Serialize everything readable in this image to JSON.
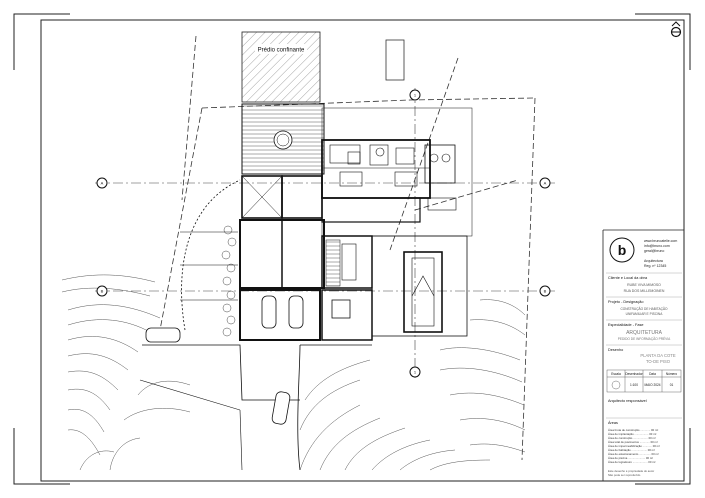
{
  "drawing": {
    "neighbor_label": "Prédio confinante"
  },
  "titleblock": {
    "logo_letter": "b",
    "contact_lines": [
      "www.brunoatelie.com",
      "info@bruno.com",
      "geral@bruno",
      "",
      "Arquitectura",
      "Reg. nº 12345"
    ],
    "client_heading": "Cliente e Local da obra",
    "client_lines": [
      "RUBE VIVA MIMOSO",
      "RUA DOS MILLEMOINEN"
    ],
    "project_heading": "Projeto - Designação",
    "project_lines": [
      "CONSTRUÇÃO DE HABITAÇÃO",
      "UNIFAMILIAR E PISCINA"
    ],
    "speciality_heading": "Especialidade - Fase",
    "speciality_lines": [
      "ARQUITETURA",
      "PEDIDO DE INFORMAÇÃO PRÉVIA"
    ],
    "drawing_heading": "Desenho",
    "drawing_lines": [
      "PLANTA DA COTE",
      "TO-DE PISO"
    ],
    "table_headers": [
      "Escala",
      "Desenhador",
      "Data",
      "Número"
    ],
    "table_values": [
      "",
      "1:100",
      "MAIO 2024",
      "01"
    ],
    "arch_heading": "Arquitecto responsável",
    "areas_heading": "Áreas",
    "area_rows": [
      "Área bruta de construção ............. 00 m²",
      "Área de implantação .................. 00 m²",
      "Área de construção ................... 00 m²",
      "Área total de pavimentos ............. 00 m²",
      "Área de impermeabilização ............ 00 m²",
      "Área de habitação .................... 00 m²",
      "Área de estacionamento ............... 00 m²",
      "Área de piscina ...................... 00 m²",
      "Área de logradouro ................... 00 m²"
    ],
    "footer_lines": [
      "Este desenho é propriedade do autor",
      "Não pode ser reproduzido"
    ]
  }
}
